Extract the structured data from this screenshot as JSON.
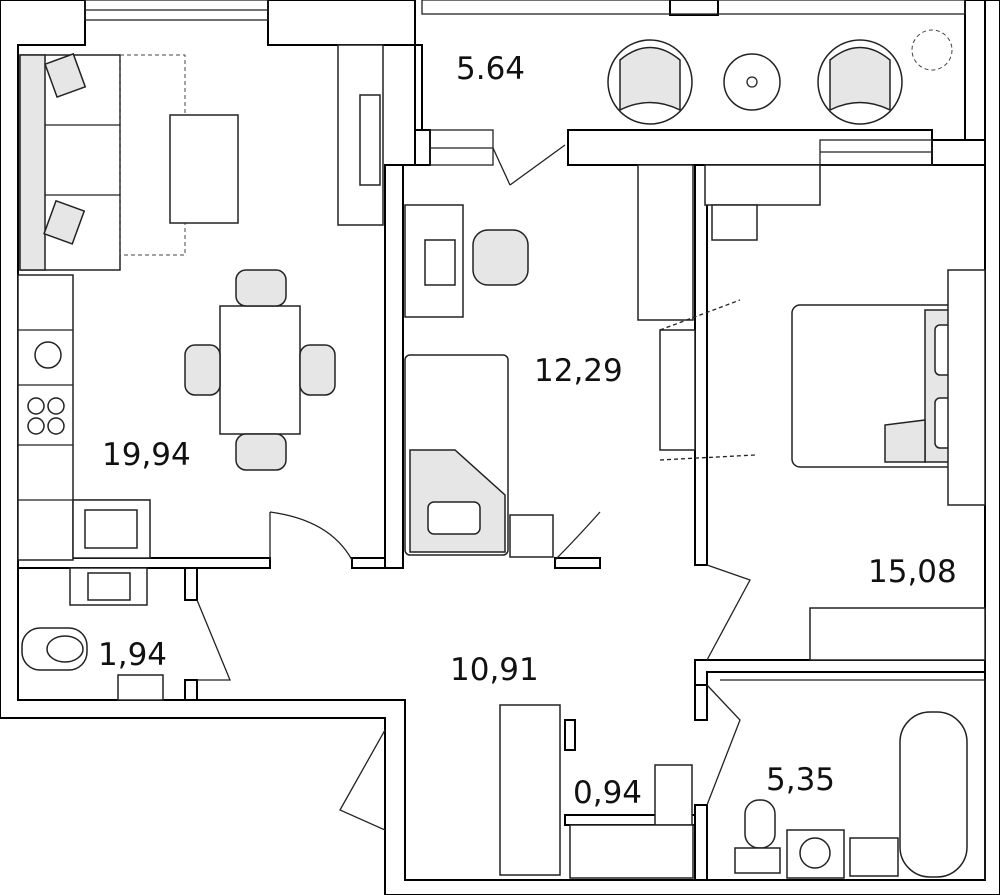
{
  "plan": {
    "rooms": [
      {
        "name": "balcony",
        "area": "5.64"
      },
      {
        "name": "living-kitchen",
        "area": "19,94"
      },
      {
        "name": "bedroom-small",
        "area": "12,29"
      },
      {
        "name": "bedroom-large",
        "area": "15,08"
      },
      {
        "name": "toilet",
        "area": "1,94"
      },
      {
        "name": "hallway",
        "area": "10,91"
      },
      {
        "name": "closet",
        "area": "0,94"
      },
      {
        "name": "bathroom",
        "area": "5,35"
      }
    ]
  }
}
